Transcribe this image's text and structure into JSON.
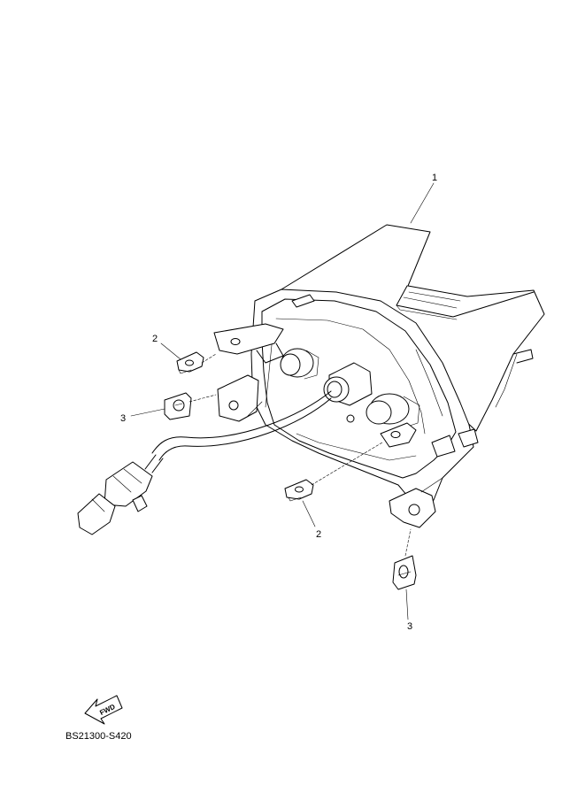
{
  "diagram": {
    "callouts": [
      {
        "id": "c1",
        "label": "1"
      },
      {
        "id": "c2a",
        "label": "2"
      },
      {
        "id": "c3a",
        "label": "3"
      },
      {
        "id": "c2b",
        "label": "2"
      },
      {
        "id": "c3b",
        "label": "3"
      }
    ],
    "fwd_label": "FWD",
    "drawing_code": "BS21300-S420"
  }
}
